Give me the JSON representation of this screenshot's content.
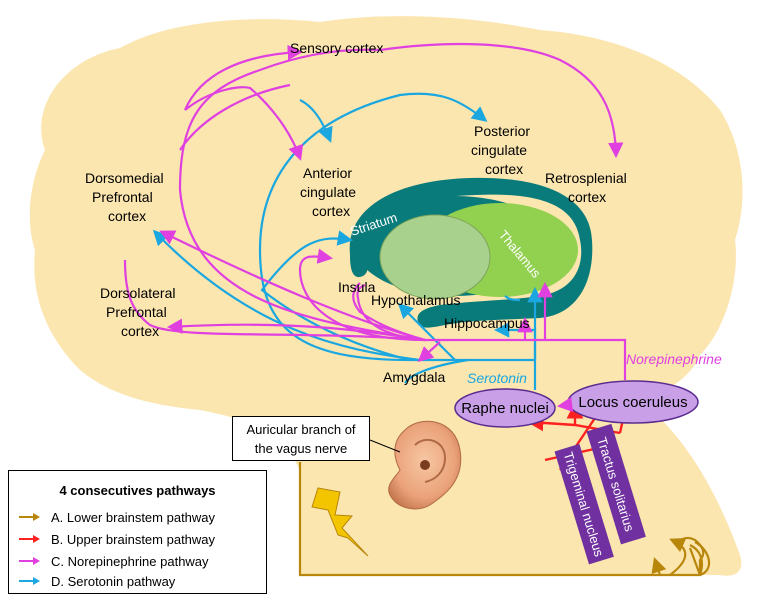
{
  "colors": {
    "brain": "#fbe6b0",
    "striatum": "#0a7b7b",
    "thalamus": "#92d050",
    "inner_ellipse": "#a9d18e",
    "nuclei_fill": "#c9a0e8",
    "nuclei_stroke": "#5b2c8f",
    "tract_fill": "#7030a0",
    "pathway_a": "#b8860b",
    "pathway_b": "#ff2020",
    "pathway_c": "#e040e0",
    "pathway_d": "#1aa7e0",
    "lightning": "#f2c500"
  },
  "regions": {
    "sensory_cortex": "Sensory cortex",
    "posterior_cingulate_1": "Posterior",
    "posterior_cingulate_2": "cingulate",
    "posterior_cingulate_3": "cortex",
    "retrosplenial_1": "Retrosplenial",
    "retrosplenial_2": "cortex",
    "anterior_cingulate_1": "Anterior",
    "anterior_cingulate_2": "cingulate",
    "anterior_cingulate_3": "cortex",
    "dmpfc_1": "Dorsomedial",
    "dmpfc_2": "Prefrontal",
    "dmpfc_3": "cortex",
    "dlpfc_1": "Dorsolateral",
    "dlpfc_2": "Prefrontal",
    "dlpfc_3": "cortex",
    "striatum": "Striatum",
    "thalamus": "Thalamus",
    "insula": "Insula",
    "hypothalamus": "Hypothalamus",
    "hippocampus": "Hippocampus",
    "amygdala": "Amygdala"
  },
  "nuclei": {
    "raphe": "Raphe nuclei",
    "locus": "Locus coeruleus",
    "tractus": "Tractus solitarius",
    "trigeminal": "Trigeminal nucleus"
  },
  "pathway_labels": {
    "serotonin": "Serotonin",
    "norepinephrine": "Norepinephrine"
  },
  "callout": {
    "line1": "Auricular branch of",
    "line2": "the vagus nerve"
  },
  "legend": {
    "title": "4 consecutives pathways",
    "items": [
      {
        "label": "A. Lower brainstem pathway",
        "color": "#b8860b"
      },
      {
        "label": "B. Upper brainstem pathway",
        "color": "#ff2020"
      },
      {
        "label": "C. Norepinephrine pathway",
        "color": "#e040e0"
      },
      {
        "label": "D. Serotonin pathway",
        "color": "#1aa7e0"
      }
    ]
  }
}
